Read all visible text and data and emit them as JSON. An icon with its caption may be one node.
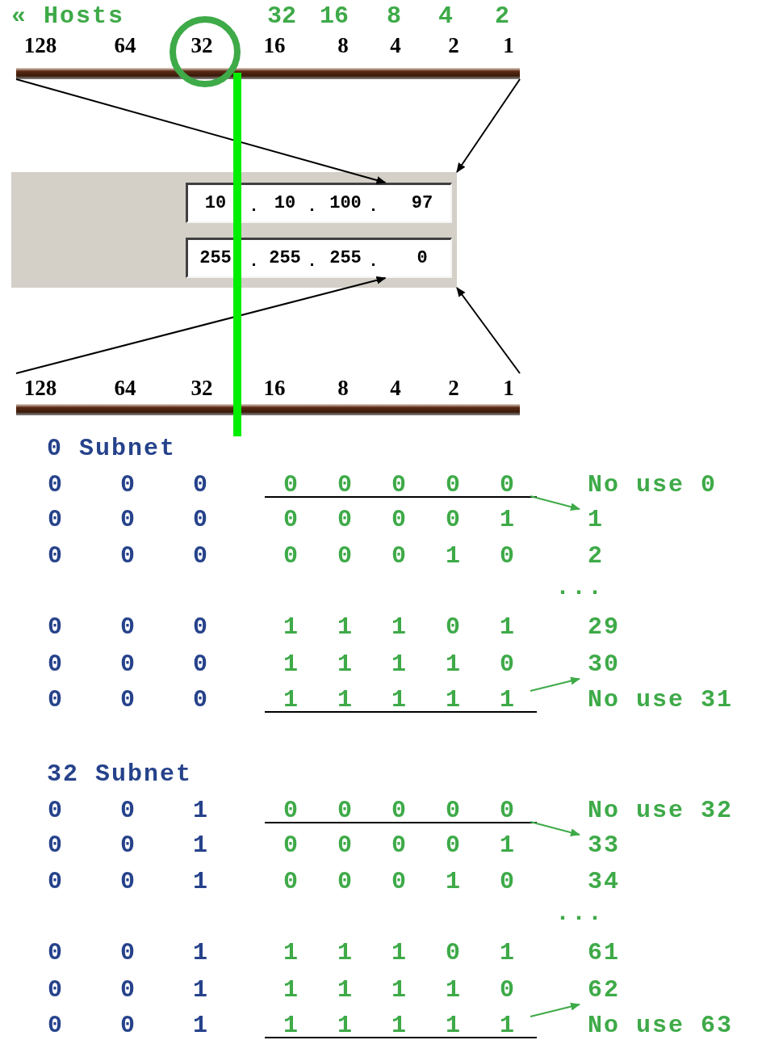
{
  "diagram": {
    "nodes": [
      {
        "text": [
          "128",
          "64",
          "32",
          "16",
          "8",
          "4",
          "2",
          "1"
        ]
      },
      {
        "text": [],
        "shape": "box"
      },
      {
        "text": [
          "10",
          "10",
          "100",
          "97"
        ],
        "in": 1
      },
      {
        "text": [
          "255",
          "255",
          "255",
          "0"
        ],
        "in": 1
      },
      {
        "text": [
          "128",
          "64",
          "32",
          "16",
          "8",
          "4",
          "2",
          "1"
        ]
      }
    ],
    "edges": [
      {
        "from": 0,
        "to": 2,
        "arrow": "to"
      },
      {
        "from": 0,
        "to": 1,
        "arrow": "to"
      },
      {
        "from": 4,
        "to": 3,
        "arrow": "to"
      },
      {
        "from": 4,
        "to": 1,
        "arrow": "to"
      }
    ],
    "labels": [
      "« Hosts",
      "32",
      "16",
      "8",
      "4",
      "2",
      "0 Subnet",
      "0",
      "0",
      "0",
      "0",
      "0",
      "0",
      "0",
      "0",
      "No use 0",
      "0",
      "0",
      "0",
      "0",
      "0",
      "0",
      "0",
      "1",
      "1",
      "0",
      "0",
      "0",
      "0",
      "0",
      "0",
      "1",
      "0",
      "2",
      "...",
      "0",
      "0",
      "0",
      "1",
      "1",
      "1",
      "0",
      "1",
      "29",
      "0",
      "0",
      "0",
      "1",
      "1",
      "1",
      "1",
      "0",
      "30",
      "0",
      "0",
      "0",
      "1",
      "1",
      "1",
      "1",
      "1",
      "No use 31",
      "32 Subnet",
      "0",
      "0",
      "1",
      "0",
      "0",
      "0",
      "0",
      "0",
      "No use 32",
      "0",
      "0",
      "1",
      "0",
      "0",
      "0",
      "0",
      "1",
      "33",
      "0",
      "0",
      "1",
      "0",
      "0",
      "0",
      "1",
      "0",
      "34",
      "...",
      "0",
      "0",
      "1",
      "1",
      "1",
      "1",
      "0",
      "1",
      "61",
      "0",
      "0",
      "1",
      "1",
      "1",
      "1",
      "1",
      "0",
      "62",
      "0",
      "0",
      "1",
      "1",
      "1",
      "1",
      "1",
      "1",
      "No use 63"
    ]
  }
}
